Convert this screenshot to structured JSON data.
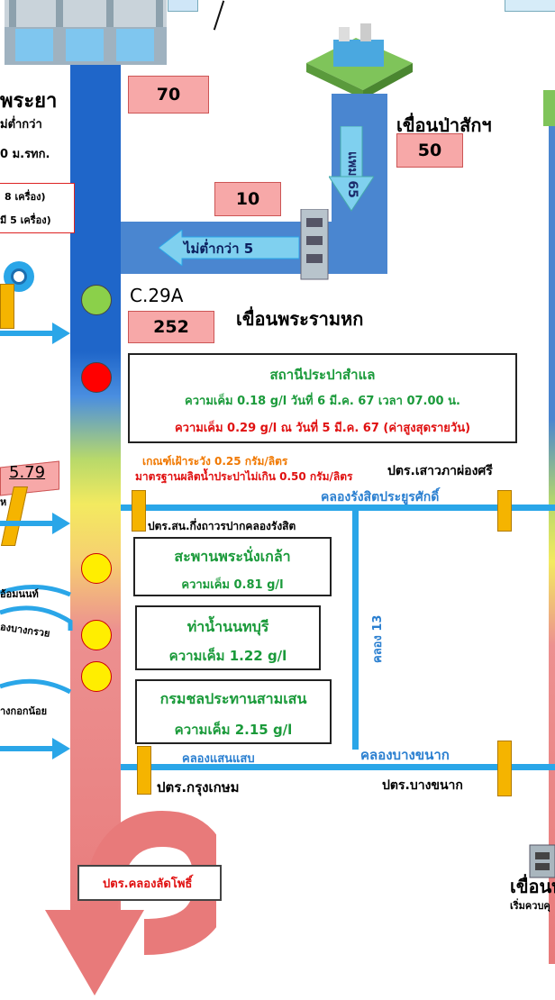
{
  "colors": {
    "river_blue": "#1f66c9",
    "canal_blue": "#2aa6e8",
    "salt_green": "#1a9a3a",
    "salt_red": "#e01010",
    "orange_text": "#f07800",
    "gate_yellow": "#f5b400",
    "label_pink": "#f7a8a8"
  },
  "top": {
    "left_partial_title": "พระยา",
    "left_partial_line1": "ม่ต่ำกว่า",
    "left_partial_line2": "0 ม.รทก.",
    "pump_line1": "8 เครื่อง)",
    "pump_line2": "มี 5 เครื่อง)"
  },
  "values": {
    "flow_main": "70",
    "pasak_flow": "50",
    "ramhok_flow": "10",
    "c29a_flow": "252",
    "left_value": "5.79"
  },
  "labels": {
    "pasak_dam": "เขื่อนป่าสักฯ",
    "phaem_rotated": "แพม 65",
    "not_less_than": "ไม่ต่ำกว่า 5",
    "c29a": "C.29A",
    "ramhok_dam": "เขื่อนพระรามหก",
    "criteria_warn": "เกณฑ์เฝ้าระวัง 0.25 กรัม/ลิตร",
    "criteria_std": "มาตรฐานผลิตน้ำประปาไม่เกิน 0.50 กรัม/ลิตร",
    "ptr_saowapha": "ปตร.เสาวภาผ่องศรี",
    "canal_rangsit": "คลองรังสิตประยูรศักดิ์",
    "ptr_rangsit": "ปตร.สน.กึ่งถาวรปากคลองรังสิต",
    "canal_13": "คลอง 13",
    "canal_saensaep": "คลองแสนแสบ",
    "canal_bangkhanak": "คลองบางขนาก",
    "ptr_krungkasem": "ปตร.กรุงเกษม",
    "ptr_bangkhanak": "ปตร.บางขนาก",
    "ptr_latpho": "ปตร.คลองลัดโพธิ์",
    "left_omnon": "อ้อมนนท์",
    "left_bangkruai": "องบางกรวย",
    "left_bangkoknoi": "างกอกน้อย",
    "left_h": "ห",
    "right_dam": "เขื่อนท",
    "right_dam_sub": "เริ่มควบคุ"
  },
  "stations": {
    "samlae": {
      "title": "สถานีประปาสำแล",
      "line1": "ความเค็ม 0.18 g/l วันที่ 6 มี.ค. 67 เวลา 07.00 น.",
      "line2": "ความเค็ม 0.29 g/l ณ วันที่ 5 มี.ค. 67 (ค่าสูงสุดรายวัน)"
    },
    "nangklao": {
      "title": "สะพานพระนั่งเกล้า",
      "value": "ความเค็ม 0.81 g/l"
    },
    "nonthaburi": {
      "title": "ท่าน้ำนนทบุรี",
      "value": "ความเค็ม 1.22 g/l"
    },
    "samsen": {
      "title": "กรมชลประทานสามเสน",
      "value": "ความเค็ม 2.15 g/l"
    }
  }
}
